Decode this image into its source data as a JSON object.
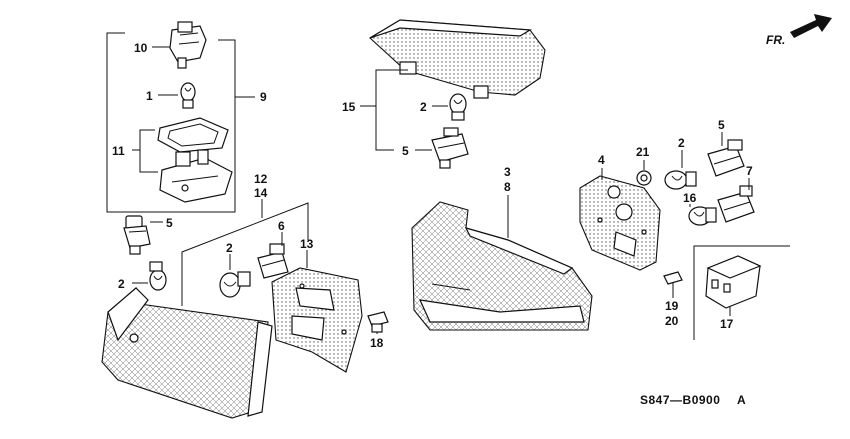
{
  "diagram": {
    "direction_label": "FR.",
    "drawing_code": "S847—B0900",
    "drawing_code_suffix": "A",
    "callouts": [
      {
        "id": "c10",
        "text": "10"
      },
      {
        "id": "c1",
        "text": "1"
      },
      {
        "id": "c9",
        "text": "9"
      },
      {
        "id": "c11",
        "text": "11"
      },
      {
        "id": "c5a",
        "text": "5"
      },
      {
        "id": "c2a",
        "text": "2"
      },
      {
        "id": "c12",
        "text": "12"
      },
      {
        "id": "c14",
        "text": "14"
      },
      {
        "id": "c2b",
        "text": "2"
      },
      {
        "id": "c6",
        "text": "6"
      },
      {
        "id": "c13",
        "text": "13"
      },
      {
        "id": "c15",
        "text": "15"
      },
      {
        "id": "c2c",
        "text": "2"
      },
      {
        "id": "c5b",
        "text": "5"
      },
      {
        "id": "c3",
        "text": "3"
      },
      {
        "id": "c8",
        "text": "8"
      },
      {
        "id": "c18",
        "text": "18"
      },
      {
        "id": "c4",
        "text": "4"
      },
      {
        "id": "c21",
        "text": "21"
      },
      {
        "id": "c2d",
        "text": "2"
      },
      {
        "id": "c5c",
        "text": "5"
      },
      {
        "id": "c7",
        "text": "7"
      },
      {
        "id": "c16",
        "text": "16"
      },
      {
        "id": "c19",
        "text": "19"
      },
      {
        "id": "c20",
        "text": "20"
      },
      {
        "id": "c17",
        "text": "17"
      }
    ]
  }
}
